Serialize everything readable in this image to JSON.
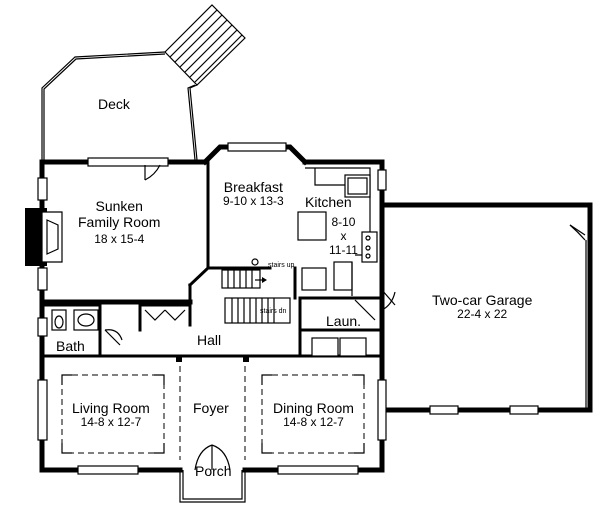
{
  "rooms": {
    "deck": {
      "name": "Deck"
    },
    "family": {
      "name1": "Sunken",
      "name2": "Family Room",
      "dims": "18 x 15-4"
    },
    "breakfast": {
      "name": "Breakfast",
      "dims": "9-10 x 13-3"
    },
    "kitchen": {
      "name": "Kitchen",
      "dim1": "8-10",
      "dim2": "x",
      "dim3": "11-11"
    },
    "garage": {
      "name": "Two-car Garage",
      "dims": "22-4 x 22"
    },
    "laundry": {
      "name": "Laun."
    },
    "hall": {
      "name": "Hall"
    },
    "bath": {
      "name": "Bath"
    },
    "living": {
      "name": "Living Room",
      "dims": "14-8 x 12-7"
    },
    "foyer": {
      "name": "Foyer"
    },
    "dining": {
      "name": "Dining Room",
      "dims": "14-8 x 12-7"
    },
    "porch": {
      "name": "Porch"
    }
  },
  "stairs": {
    "up": "stairs up",
    "dn": "stairs dn"
  }
}
